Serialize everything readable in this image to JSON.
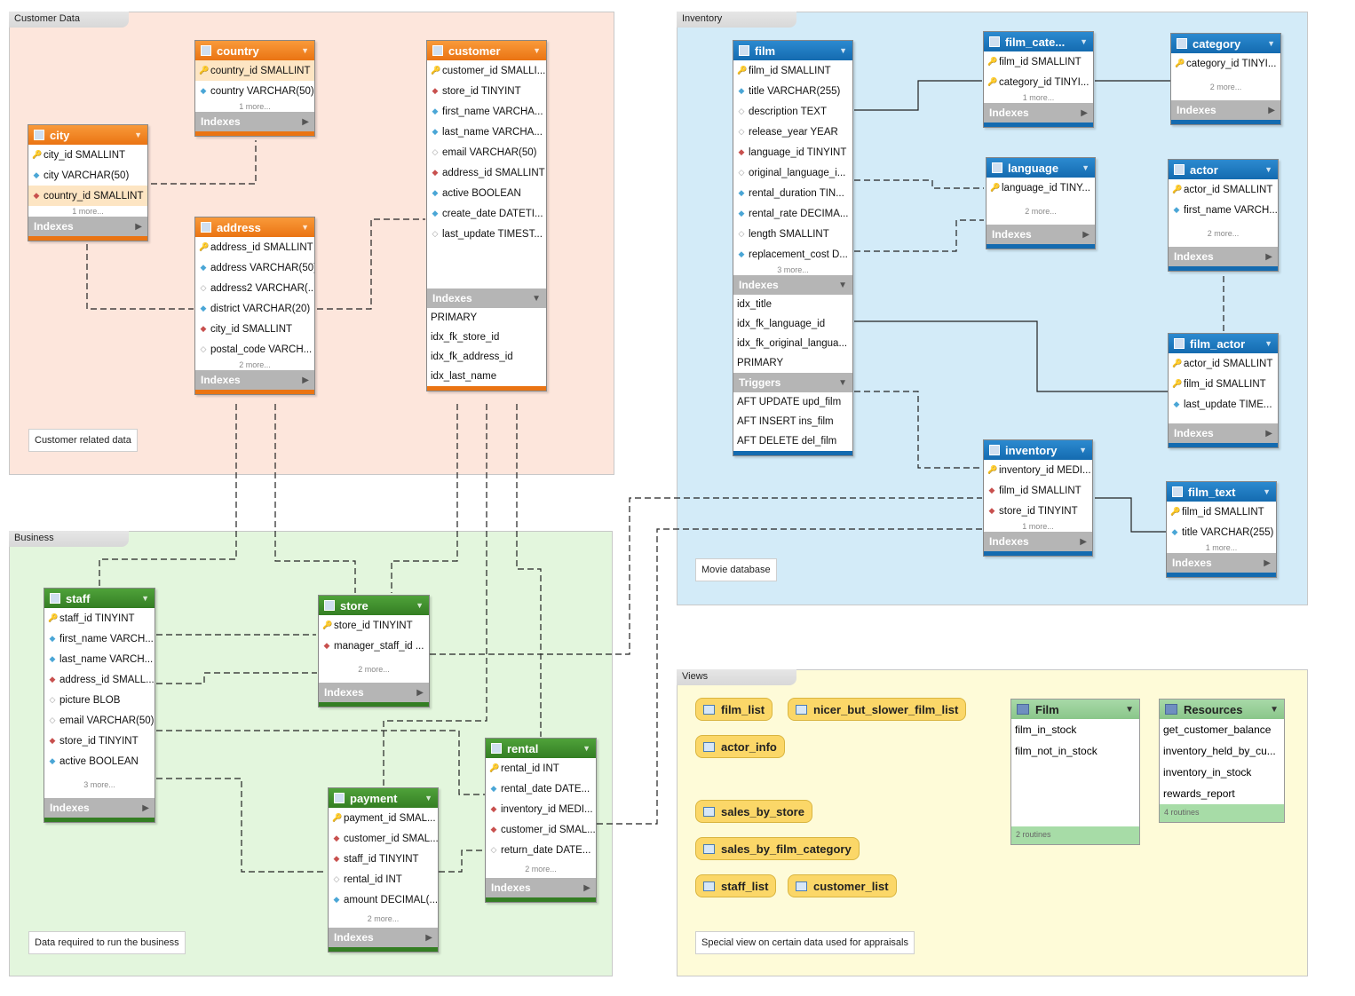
{
  "regions": {
    "customer": {
      "label": "Customer Data",
      "note": "Customer related data"
    },
    "inventory": {
      "label": "Inventory",
      "note": "Movie database"
    },
    "business": {
      "label": "Business",
      "note": "Data required to run the business"
    },
    "views": {
      "label": "Views",
      "note": "Special view on certain data used for appraisals"
    }
  },
  "labels": {
    "indexes": "Indexes",
    "triggers": "Triggers"
  },
  "colors": {
    "customer_region": "#fde6dc",
    "inventory_region": "#d3ebf8",
    "business_region": "#e3f6dd",
    "views_region": "#fefbd8"
  },
  "tables": {
    "country": {
      "name": "country",
      "cols": [
        "country_id SMALLINT",
        "country VARCHAR(50)"
      ],
      "more": "1 more..."
    },
    "customer": {
      "name": "customer",
      "cols": [
        "customer_id SMALLI...",
        "store_id TINYINT",
        "first_name VARCHA...",
        "last_name VARCHA...",
        "email VARCHAR(50)",
        "address_id SMALLINT",
        "active BOOLEAN",
        "create_date DATETI...",
        "last_update TIMEST..."
      ],
      "indexes": [
        "PRIMARY",
        "idx_fk_store_id",
        "idx_fk_address_id",
        "idx_last_name"
      ]
    },
    "city": {
      "name": "city",
      "cols": [
        "city_id SMALLINT",
        "city VARCHAR(50)",
        "country_id SMALLINT"
      ],
      "more": "1 more..."
    },
    "address": {
      "name": "address",
      "cols": [
        "address_id SMALLINT",
        "address VARCHAR(50)",
        "address2 VARCHAR(...",
        "district VARCHAR(20)",
        "city_id SMALLINT",
        "postal_code VARCH..."
      ],
      "more": "2 more..."
    },
    "film": {
      "name": "film",
      "cols": [
        "film_id SMALLINT",
        "title VARCHAR(255)",
        "description TEXT",
        "release_year YEAR",
        "language_id TINYINT",
        "original_language_i...",
        "rental_duration TIN...",
        "rental_rate DECIMA...",
        "length SMALLINT",
        "replacement_cost D..."
      ],
      "more": "3 more...",
      "indexes": [
        "idx_title",
        "idx_fk_language_id",
        "idx_fk_original_langua...",
        "PRIMARY"
      ],
      "triggers": [
        "AFT UPDATE upd_film",
        "AFT INSERT ins_film",
        "AFT DELETE del_film"
      ]
    },
    "film_category": {
      "name": "film_cate...",
      "cols": [
        "film_id SMALLINT",
        "category_id TINYI..."
      ],
      "more": "1 more..."
    },
    "category": {
      "name": "category",
      "cols": [
        "category_id TINYI..."
      ],
      "more": "2 more..."
    },
    "language": {
      "name": "language",
      "cols": [
        "language_id TINY..."
      ],
      "more": "2 more..."
    },
    "actor": {
      "name": "actor",
      "cols": [
        "actor_id SMALLINT",
        "first_name VARCH..."
      ],
      "more": "2 more..."
    },
    "film_actor": {
      "name": "film_actor",
      "cols": [
        "actor_id SMALLINT",
        "film_id SMALLINT",
        "last_update TIME..."
      ]
    },
    "inventory": {
      "name": "inventory",
      "cols": [
        "inventory_id MEDI...",
        "film_id SMALLINT",
        "store_id TINYINT"
      ],
      "more": "1 more..."
    },
    "film_text": {
      "name": "film_text",
      "cols": [
        "film_id SMALLINT",
        "title VARCHAR(255)"
      ],
      "more": "1 more..."
    },
    "staff": {
      "name": "staff",
      "cols": [
        "staff_id TINYINT",
        "first_name VARCH...",
        "last_name VARCH...",
        "address_id SMALL...",
        "picture BLOB",
        "email VARCHAR(50)",
        "store_id TINYINT",
        "active BOOLEAN"
      ],
      "more": "3 more..."
    },
    "store": {
      "name": "store",
      "cols": [
        "store_id TINYINT",
        "manager_staff_id ..."
      ],
      "more": "2 more..."
    },
    "rental": {
      "name": "rental",
      "cols": [
        "rental_id INT",
        "rental_date DATE...",
        "inventory_id MEDI...",
        "customer_id SMAL...",
        "return_date DATE..."
      ],
      "more": "2 more..."
    },
    "payment": {
      "name": "payment",
      "cols": [
        "payment_id SMAL...",
        "customer_id SMAL...",
        "staff_id TINYINT",
        "rental_id INT",
        "amount DECIMAL(..."
      ],
      "more": "2 more..."
    }
  },
  "views": [
    "film_list",
    "nicer_but_slower_film_list",
    "actor_info",
    "sales_by_store",
    "sales_by_film_category",
    "staff_list",
    "customer_list"
  ],
  "groups": {
    "film": {
      "title": "Film",
      "items": [
        "film_in_stock",
        "film_not_in_stock"
      ],
      "footer": "2 routines"
    },
    "resources": {
      "title": "Resources",
      "items": [
        "get_customer_balance",
        "inventory_held_by_cu...",
        "inventory_in_stock",
        "rewards_report"
      ],
      "footer": "4 routines"
    }
  }
}
